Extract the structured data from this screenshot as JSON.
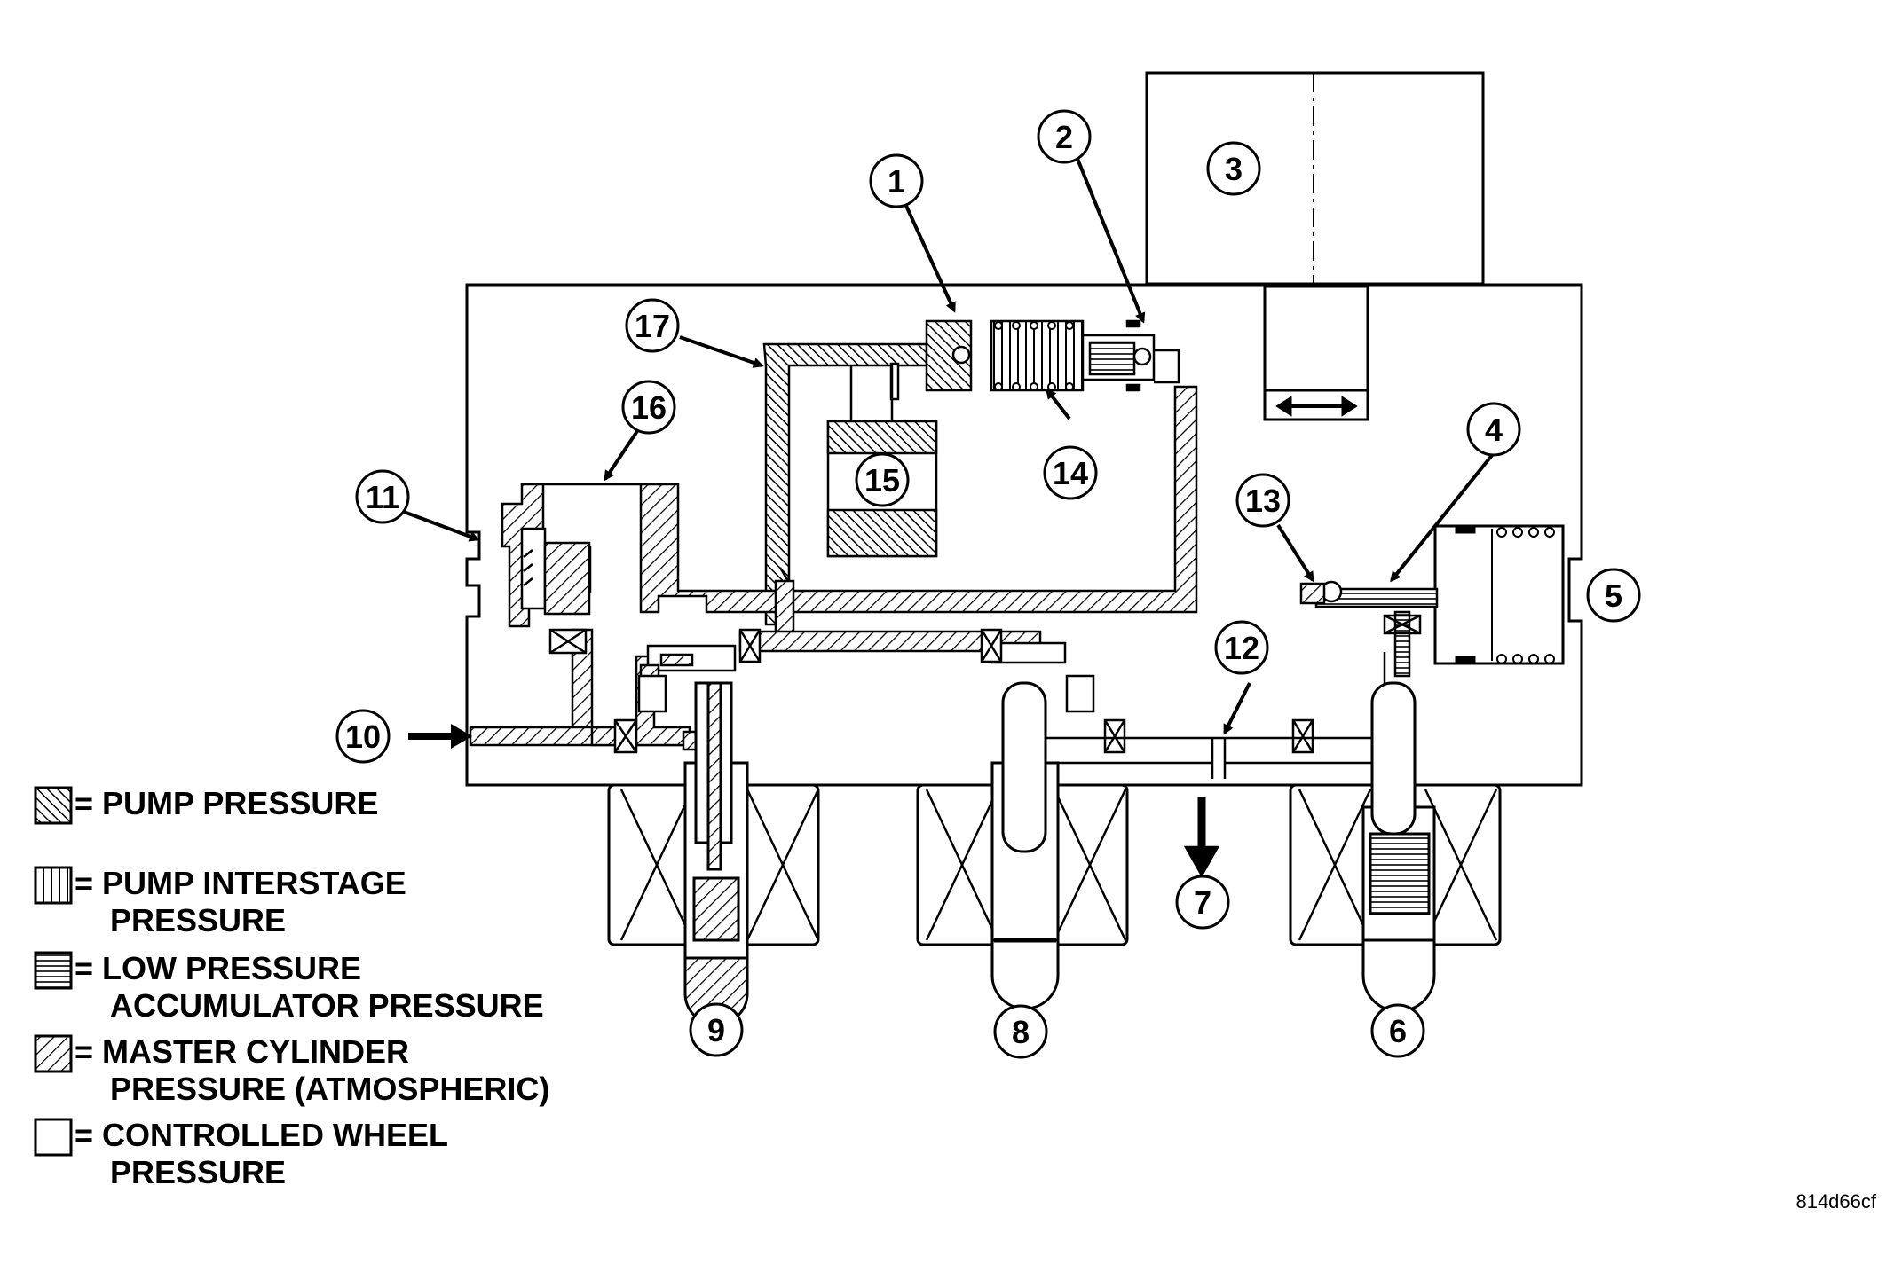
{
  "callouts": [
    {
      "n": "1"
    },
    {
      "n": "2"
    },
    {
      "n": "3"
    },
    {
      "n": "4"
    },
    {
      "n": "5"
    },
    {
      "n": "6"
    },
    {
      "n": "7"
    },
    {
      "n": "8"
    },
    {
      "n": "9"
    },
    {
      "n": "10"
    },
    {
      "n": "11"
    },
    {
      "n": "12"
    },
    {
      "n": "13"
    },
    {
      "n": "14"
    },
    {
      "n": "15"
    },
    {
      "n": "16"
    },
    {
      "n": "17"
    }
  ],
  "legend": {
    "pump_pressure": [
      "= PUMP PRESSURE"
    ],
    "pump_interstage": [
      "= PUMP INTERSTAGE",
      "PRESSURE"
    ],
    "low_pressure_accumulator": [
      "= LOW PRESSURE",
      "ACCUMULATOR PRESSURE"
    ],
    "master_cylinder": [
      "= MASTER CYLINDER",
      "PRESSURE (ATMOSPHERIC)"
    ],
    "controlled_wheel": [
      "= CONTROLLED WHEEL",
      "PRESSURE"
    ]
  },
  "figure_id": "814d66cf",
  "colors": {
    "ink": "#000000",
    "paper": "#ffffff"
  }
}
